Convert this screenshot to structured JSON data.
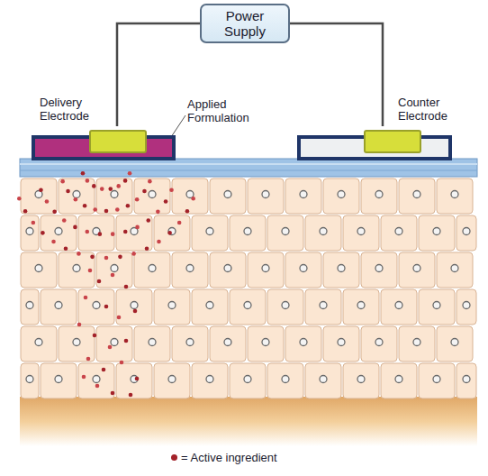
{
  "diagram": {
    "nodes": [
      {
        "text": [
          "Power Supply"
        ]
      },
      {
        "text": [
          "Delivery Electrode"
        ]
      },
      {
        "text": [
          "Counter Electrode"
        ]
      }
    ],
    "edges": [
      {
        "from": 0,
        "to": 1,
        "arrow": "none"
      },
      {
        "from": 0,
        "to": 2,
        "arrow": "none"
      }
    ],
    "labels": [
      "Applied Formulation"
    ],
    "legend": [
      {
        "text": "= Active ingredient"
      }
    ]
  }
}
